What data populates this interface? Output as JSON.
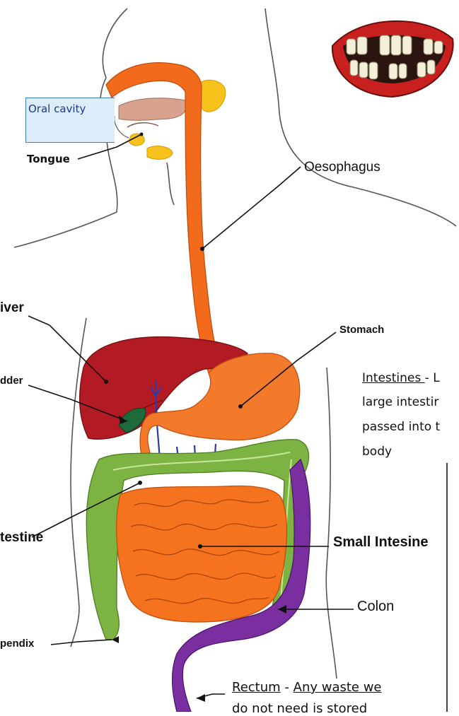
{
  "diagram": {
    "labels": {
      "oral_cavity": "Oral cavity",
      "tongue": "Tongue",
      "oesophagus": "Oesophagus",
      "liver": "iver",
      "stomach": "Stomach",
      "gall_bladder": "dder",
      "large_intestine": "testine",
      "small_intestine": "Small Intesine",
      "colon": "Colon",
      "appendix": "pendix"
    },
    "notes": {
      "intestines_term": "Intestines ",
      "intestines_sep": "- L",
      "intestines_line1": "large intestir",
      "intestines_line2": "passed into t",
      "intestines_line3": "body",
      "rectum_term": "Rectum",
      "rectum_sep": " - ",
      "rectum_text": "Any waste we",
      "rectum_line2": "do not need is stored"
    },
    "colors": {
      "oesophagus": "#f26a1b",
      "stomach": "#f47a2b",
      "liver": "#b31b24",
      "gall_bladder": "#1d6b3a",
      "large_intestine": "#7cb342",
      "small_intestine": "#f5731f",
      "colon_rectum": "#7a2fa0",
      "salivary_glands": "#f7c21b",
      "lips": "#c8201f",
      "blood_vessels": "#2a3aa8"
    }
  }
}
